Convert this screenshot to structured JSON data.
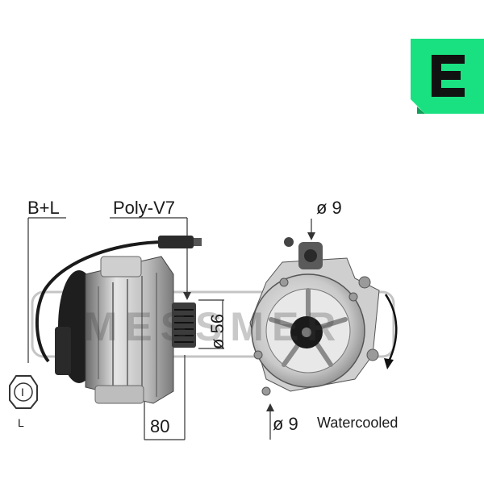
{
  "labels": {
    "b_plus_l": "B+L",
    "poly_v": "Poly-V7",
    "diameter_top": "ø 9",
    "diameter_pulley": "ø 56",
    "length": "80",
    "diameter_bottom": "ø 9",
    "watercooled": "Watercooled",
    "connector_pin": "I",
    "connector_label": "L"
  },
  "watermark": "MESSMER",
  "colors": {
    "logo_green": "#19e080",
    "logo_dark": "#111111",
    "line": "#333333",
    "metal_light": "#d8d8d8",
    "metal_dark": "#4a4a4a"
  },
  "icons": [
    "era-logo-icon",
    "rotation-arrow-icon",
    "connector-plug-icon"
  ]
}
